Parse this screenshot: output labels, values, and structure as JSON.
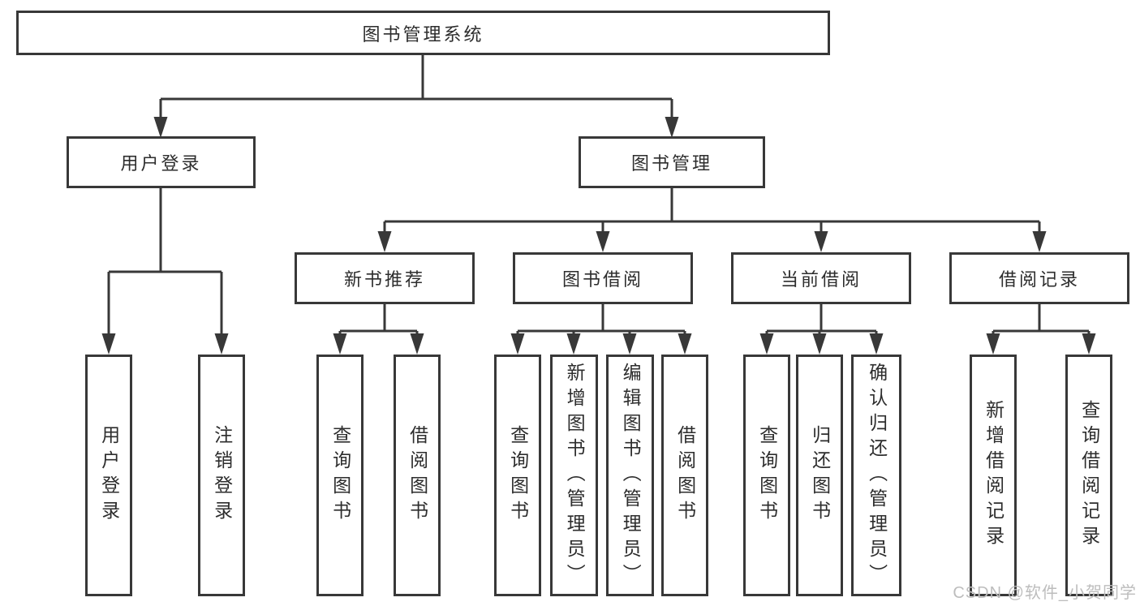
{
  "tree": {
    "label": "图书管理系统",
    "children": [
      {
        "label": "用户登录",
        "children": [
          {
            "label": "用户登录"
          },
          {
            "label": "注销登录"
          }
        ]
      },
      {
        "label": "图书管理",
        "children": [
          {
            "label": "新书推荐",
            "children": [
              {
                "label": "查询图书"
              },
              {
                "label": "借阅图书"
              }
            ]
          },
          {
            "label": "图书借阅",
            "children": [
              {
                "label": "查询图书"
              },
              {
                "label": "新增图书（管理员）"
              },
              {
                "label": "编辑图书（管理员）"
              },
              {
                "label": "借阅图书"
              }
            ]
          },
          {
            "label": "当前借阅",
            "children": [
              {
                "label": "查询图书"
              },
              {
                "label": "归还图书"
              },
              {
                "label": "确认归还（管理员）"
              }
            ]
          },
          {
            "label": "借阅记录",
            "children": [
              {
                "label": "新增借阅记录"
              },
              {
                "label": "查询借阅记录"
              }
            ]
          }
        ]
      }
    ]
  },
  "watermark": "CSDN @软件_小贺同学",
  "colors": {
    "line": "#383838",
    "text": "#2d2d2d",
    "watermark": "#bdbdbd",
    "background": "#ffffff"
  }
}
